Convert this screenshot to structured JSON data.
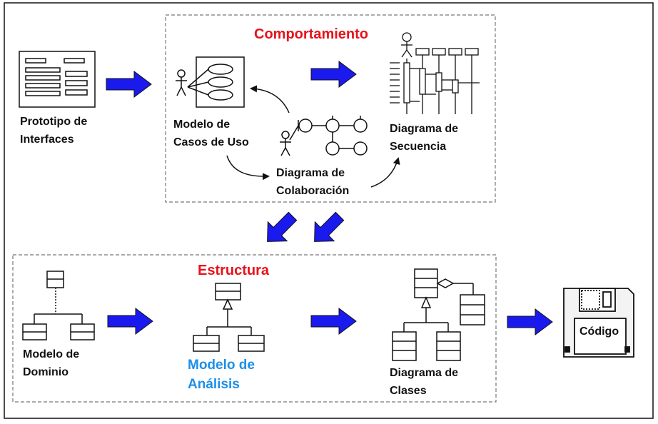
{
  "diagram": {
    "behavior_title": "Comportamiento",
    "structure_title": "Estructura",
    "nodes": {
      "interface_prototype": "Prototipo de\nInterfaces",
      "use_case_model": "Modelo de\nCasos de Uso",
      "sequence_diagram": "Diagrama de\nSecuencia",
      "collaboration_diagram": "Diagrama de\nColaboración",
      "domain_model": "Modelo de\nDominio",
      "analysis_model": "Modelo de\nAnálisis",
      "class_diagram": "Diagrama de\nClases",
      "code": "Código"
    },
    "colors": {
      "arrow": "#1a1aee",
      "behavior_title": "#e8121a",
      "structure_title": "#e8121a",
      "analysis_label": "#1e8fe8"
    }
  }
}
